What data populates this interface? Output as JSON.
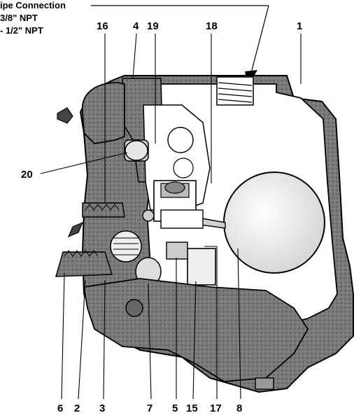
{
  "header": {
    "line1": "ipe Connection",
    "line2": "3/8\" NPT",
    "line3": "- 1/2\" NPT"
  },
  "callouts": {
    "c1": "1",
    "c2": "2",
    "c3": "3",
    "c4": "4",
    "c5": "5",
    "c6": "6",
    "c7": "7",
    "c8": "8",
    "c15": "15",
    "c16": "16",
    "c17": "17",
    "c18": "18",
    "c19": "19",
    "c20": "20"
  }
}
